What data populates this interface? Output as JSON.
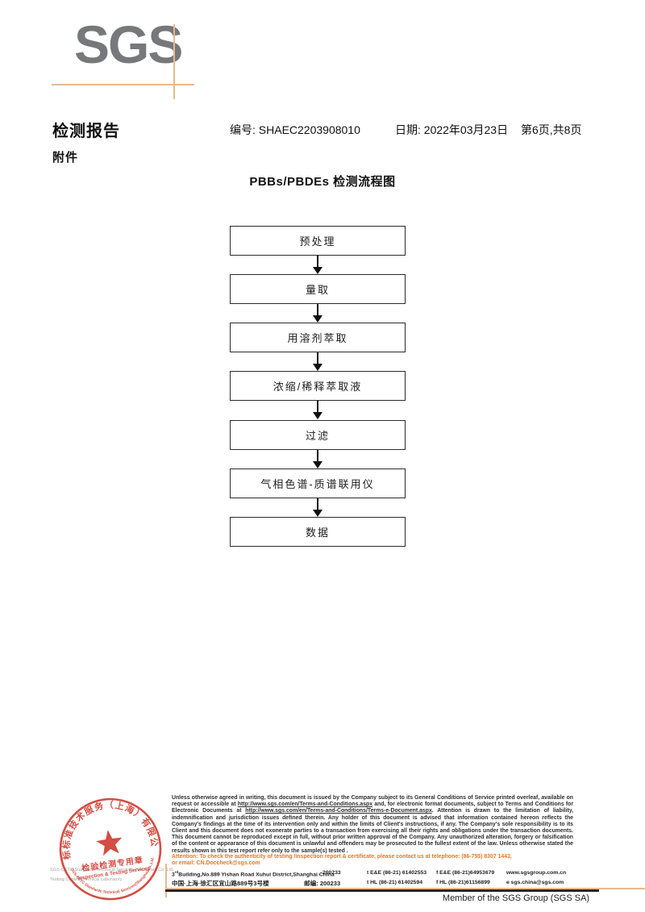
{
  "header": {
    "logo_text": "SGS",
    "report_title": "检测报告",
    "number_label": "编号: SHAEC2203908010",
    "date_label": "日期: 2022年03月23日",
    "page_label": "第6页,共8页",
    "attachment_label": "附件"
  },
  "flowchart": {
    "title": "PBBs/PBDEs 检测流程图",
    "steps": [
      "预处理",
      "量取",
      "用溶剂萃取",
      "浓缩/稀释萃取液",
      "过滤",
      "气相色谱-质谱联用仪",
      "数据"
    ]
  },
  "stamp": {
    "color": "#cf3a2e",
    "ring_text_top": "通标标准技术服务（上海）有限公司",
    "ring_text_bottom": "SGS-CSTC Standards Technical Services(Shanghai)Co.,Ltd.",
    "center_line1": "检验检测专用章",
    "center_line2": "Inspection & Testing Services"
  },
  "company": {
    "line1": "SGS-CSTC Standards Technical Services (Shanghai) Co.,Ltd.",
    "line2": "Testing Center-Chemical Laboratory"
  },
  "footer": {
    "disclaimer_part1": "Unless otherwise agreed in writing, this document is issued by the Company subject to its General Conditions of Service printed overleaf, available on request or accessible at ",
    "disclaimer_url1": "http://www.sgs.com/en/Terms-and-Conditions.aspx",
    "disclaimer_part2": " and, for electronic format documents, subject to Terms and Conditions for Electronic Documents at ",
    "disclaimer_url2": "http://www.sgs.com/en/Terms-and-Conditions/Terms-e-Document.aspx",
    "disclaimer_part3": ". Attention is drawn to the limitation of liability, indemnification and jurisdiction issues defined therein. Any holder of this document is advised that information contained hereon reflects the Company's findings at the time of its intervention only and within the limits of Client's instructions, if any. The Company's sole responsibility is to its Client and this document does not exonerate parties to a transaction from exercising all their rights and obligations under the transaction documents. This document cannot be reproduced except in full, without prior written approval of the Company. Any unauthorized alteration, forgery or falsification of the content or appearance of this document is unlawful and offenders may be prosecuted to the fullest extent of the law. Unless otherwise stated the results shown in this test report refer only to the sample(s) tested .",
    "attention_line1": "Attention: To check the authenticity of testing /inspection report & certificate, please contact us at telephone: (86-755) 8307 1443,",
    "attention_line2": "or email: CN.Doccheck@sgs.com",
    "address_en_num": "3",
    "address_en_sup": "rd",
    "address_en_rest": "Building,No.889 Yishan Road Xuhui District,Shanghai China",
    "postcode_en": "200233",
    "phone_en": "t E&E (86-21) 61402553",
    "fax_en": "f E&E (86-21)64953679",
    "web": "www.sgsgroup.com.cn",
    "address_cn": "中国·上海·徐汇区宜山路889号3号楼",
    "postcode_cn": "邮编: 200233",
    "phone_cn": "t HL (86-21) 61402594",
    "fax_cn": "f HL (86-21)61156899",
    "email": "e  sgs.china@sgs.com",
    "member_text": "Member of the SGS Group (SGS SA)"
  }
}
